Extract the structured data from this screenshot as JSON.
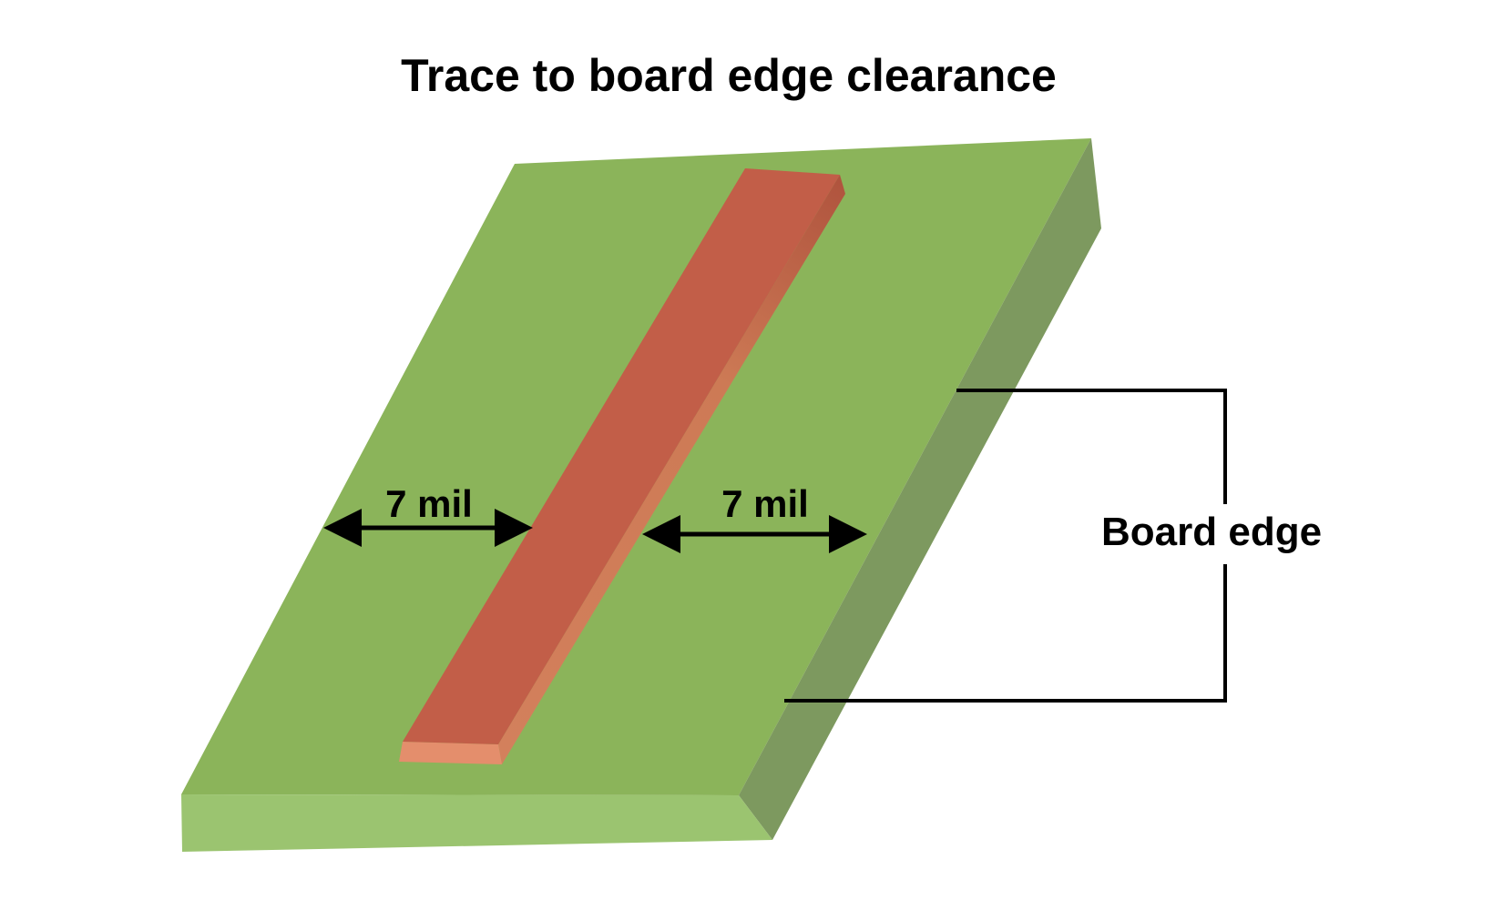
{
  "title": "Trace to board edge clearance",
  "figure": {
    "clearance_left": {
      "label": "7 mil"
    },
    "clearance_right": {
      "label": "7 mil"
    },
    "board_edge_label": "Board edge"
  },
  "colors": {
    "background": "#ffffff",
    "board_top": "#8bb45a",
    "board_front": "#9bc470",
    "board_side": "#7d995f",
    "trace_top": "#c25e48",
    "trace_side_dark": "#b0543e",
    "trace_side_mid": "#cd7a55",
    "trace_side_light": "#d3805c",
    "trace_end": "#e48e6c",
    "annotation": "#000000"
  }
}
